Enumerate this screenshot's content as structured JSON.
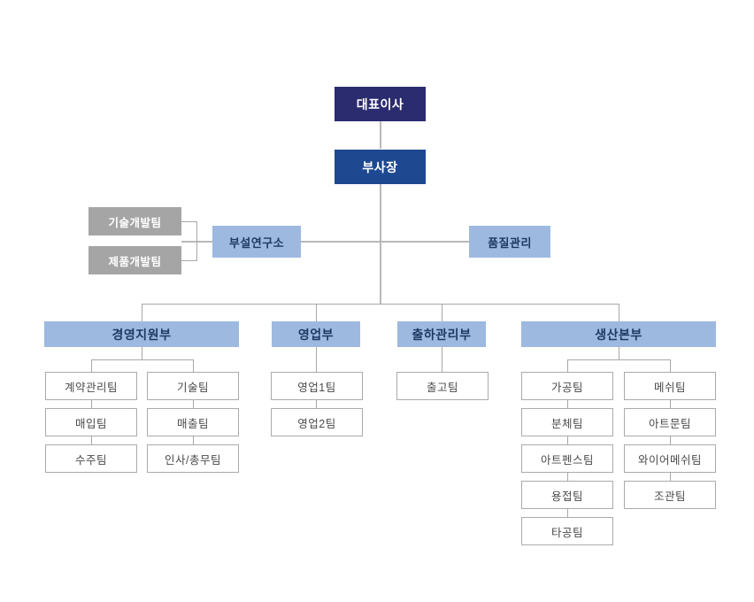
{
  "chart": {
    "type": "org-chart",
    "title": "",
    "nodes": {
      "ceo": {
        "label": "대표이사",
        "level": "executive",
        "color": "#2b2b70"
      },
      "vice_president": {
        "label": "부사장",
        "level": "executive",
        "color": "#1e4890"
      },
      "research_institute": {
        "label": "부설연구소",
        "level": "staff",
        "color": "#9db9e0"
      },
      "quality_control": {
        "label": "품질관리",
        "level": "staff",
        "color": "#9db9e0"
      },
      "tech_dev_team": {
        "label": "기술개발팀",
        "level": "sub-team",
        "color": "#a5a5a5"
      },
      "product_dev_team": {
        "label": "제품개발팀",
        "level": "sub-team",
        "color": "#a5a5a5"
      }
    },
    "departments": [
      {
        "id": "management_support",
        "label": "경영지원부",
        "color": "#9db9e0",
        "columns": [
          {
            "teams": [
              "계약관리팀",
              "매입팀",
              "수주팀"
            ]
          },
          {
            "teams": [
              "기술팀",
              "매출팀",
              "인사/총무팀"
            ]
          }
        ]
      },
      {
        "id": "sales",
        "label": "영업부",
        "color": "#9db9e0",
        "columns": [
          {
            "teams": [
              "영업1팀",
              "영업2팀"
            ]
          }
        ]
      },
      {
        "id": "shipping_management",
        "label": "출하관리부",
        "color": "#9db9e0",
        "columns": [
          {
            "teams": [
              "출고팀"
            ]
          }
        ]
      },
      {
        "id": "production_headquarters",
        "label": "생산본부",
        "color": "#9db9e0",
        "columns": [
          {
            "teams": [
              "가공팀",
              "분체팀",
              "아트펜스팀",
              "용접팀",
              "타공팀"
            ]
          },
          {
            "teams": [
              "메쉬팀",
              "아트문팀",
              "와이어메쉬팀",
              "조관팀"
            ]
          }
        ]
      }
    ],
    "colors": {
      "executive_dark": "#2b2b70",
      "executive_blue": "#1e4890",
      "department_blue": "#9db9e0",
      "subteam_gray": "#a5a5a5",
      "team_border": "#aaaaaa",
      "team_text": "#4a4a4a",
      "connector": "#a8a8a8",
      "background": "#ffffff"
    }
  }
}
